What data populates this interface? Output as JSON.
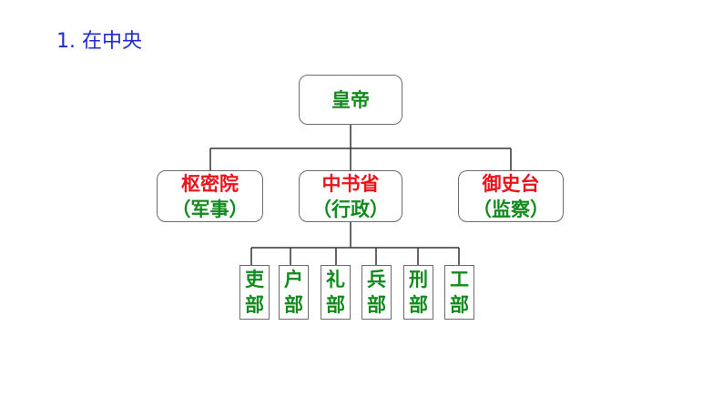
{
  "heading": "1. 在中央",
  "emperor": "皇帝",
  "agencies": [
    {
      "name": "枢密院",
      "role": "（军事）"
    },
    {
      "name": "中书省",
      "role": "（行政）"
    },
    {
      "name": "御史台",
      "role": "（监察）"
    }
  ],
  "departments": [
    {
      "top": "吏",
      "bottom": "部"
    },
    {
      "top": "户",
      "bottom": "部"
    },
    {
      "top": "礼",
      "bottom": "部"
    },
    {
      "top": "兵",
      "bottom": "部"
    },
    {
      "top": "刑",
      "bottom": "部"
    },
    {
      "top": "工",
      "bottom": "部"
    }
  ],
  "colors": {
    "heading": "#1f2bd0",
    "green_text": "#128a1e",
    "red_text": "#e8141b",
    "border": "#6b6b6b"
  }
}
